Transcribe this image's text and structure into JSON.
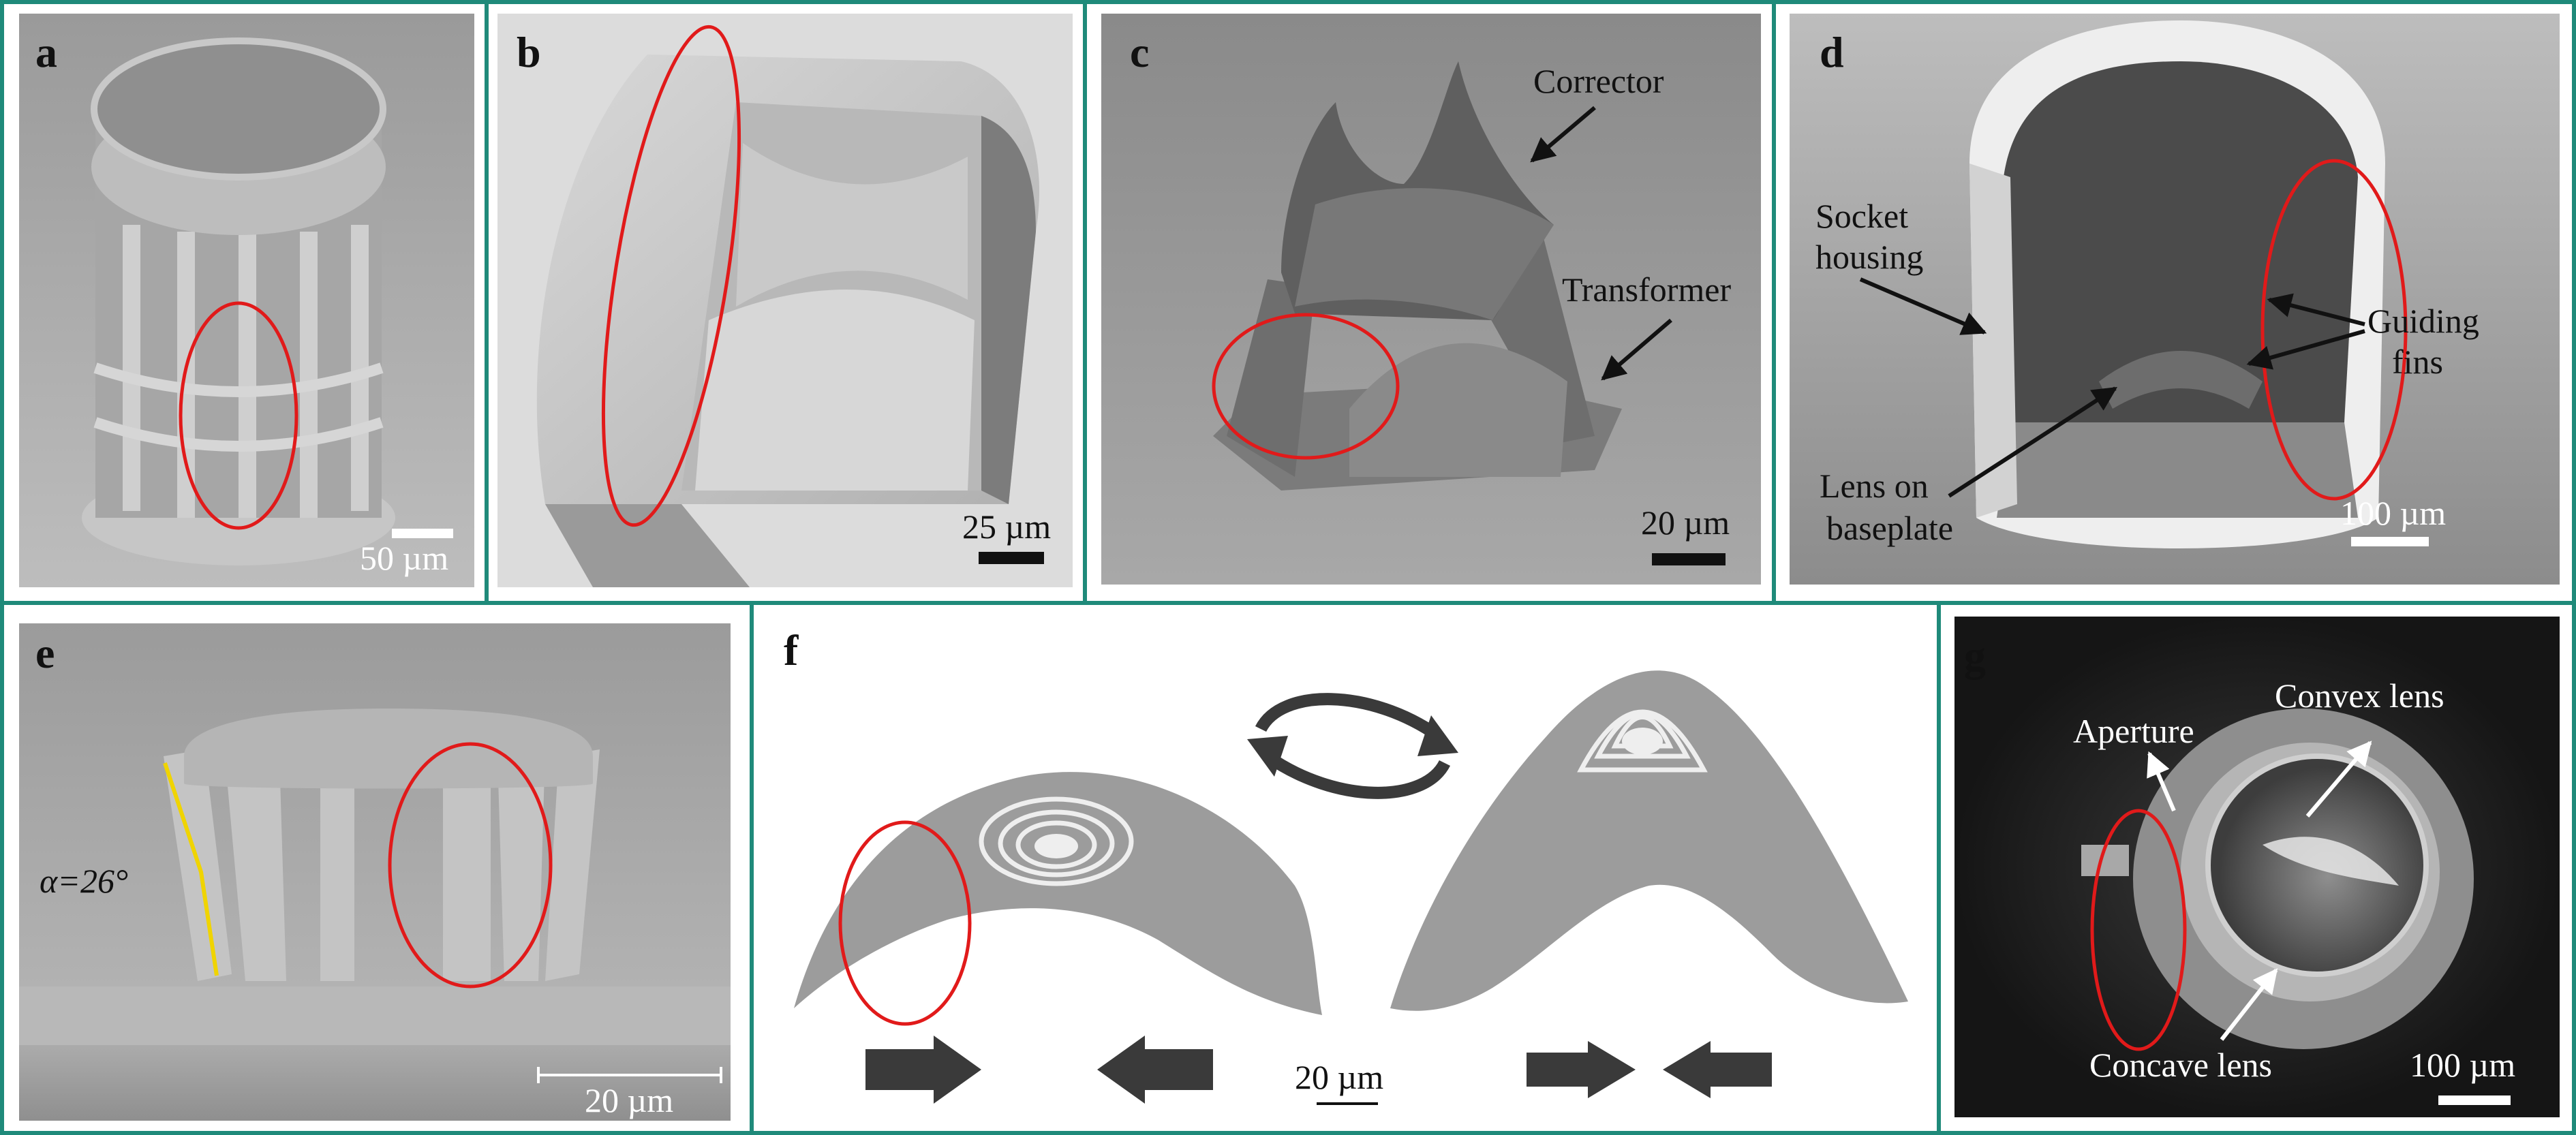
{
  "colors": {
    "panel_border": "#1f8a7a",
    "highlight_ellipse": "#e11a1a",
    "angle_line": "#f0d400",
    "arrow": "#111111",
    "arrow_white": "#ffffff"
  },
  "panels": {
    "a": {
      "label": "a",
      "scale_bar": "50 µm"
    },
    "b": {
      "label": "b",
      "scale_bar": "25 µm"
    },
    "c": {
      "label": "c",
      "scale_bar": "20 µm",
      "annotations": [
        "Corrector",
        "Transformer"
      ]
    },
    "d": {
      "label": "d",
      "scale_bar": "100 µm",
      "annotations": [
        "Socket",
        "housing",
        "Guiding",
        "fins",
        "Lens on",
        "baseplate"
      ]
    },
    "e": {
      "label": "e",
      "scale_bar": "20 µm",
      "angle_label": "α=26°"
    },
    "f": {
      "label": "f",
      "scale_bar": "20 µm"
    },
    "g": {
      "label": "g",
      "scale_bar": "100 µm",
      "annotations": [
        "Aperture",
        "Convex lens",
        "Concave lens"
      ]
    }
  }
}
